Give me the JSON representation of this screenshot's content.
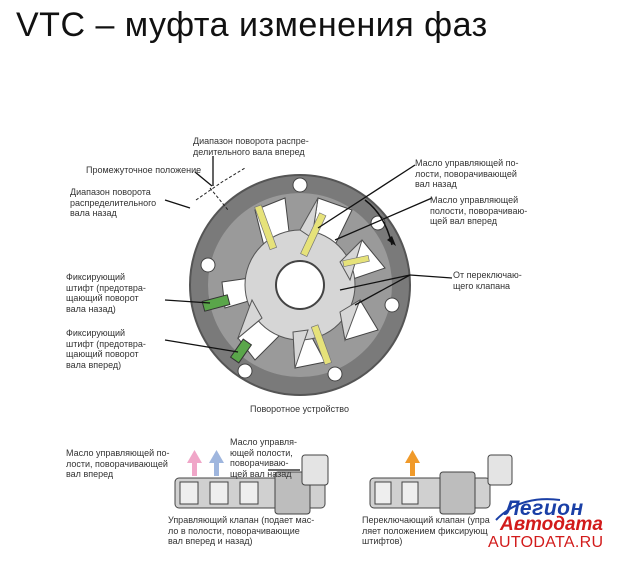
{
  "title": "VTC – муфта изменения фаз",
  "labels": {
    "advance_range": "Диапазон поворота распре-\nделительного вала вперед",
    "intermediate": "Промежуточное положение",
    "retard_range": "Диапазон поворота\nраспределительного\nвала назад",
    "oil_retard": "Масло управляющей по-\nлости, поворачивающей\nвал назад",
    "oil_advance": "Масло управляющей\nполости, поворачиваю-\nщей вал вперед",
    "from_switch": "От переключаю-\nщего клапана",
    "pin_retard": "Фиксирующий\nштифт (предотвра-\nщающий поворот\nвала назад)",
    "pin_advance": "Фиксирующий\nштифт (предотвра-\nщающий поворот\nвала вперед)",
    "rotary_device": "Поворотное устройство",
    "oil_adv_bottom": "Масло управляющей по-\nлости, поворачивающей\nвал вперед",
    "oil_ret_bottom": "Масло управля-\nющей полости,\nповорачиваю-\nщей вал назад",
    "control_valve": "Управляющий клапан (подает мас-\nло в полости, поворачивающие\nвал вперед и назад)",
    "switch_valve": "Переключающий клапан (упра\nляет положением фиксирующ\nштифтов)"
  },
  "logo": {
    "line1": "Легион",
    "line2": "Автодата",
    "line3": "AUTODATA.RU"
  },
  "colors": {
    "housing": "#6f6f6f",
    "vane_light": "#d8d8d8",
    "oil_yellow": "#e6e27a",
    "pin_green": "#5aa64a",
    "arrow_pink": "#f0a6c8",
    "arrow_blue": "#9fb6de",
    "arrow_orange": "#f09a2a"
  }
}
